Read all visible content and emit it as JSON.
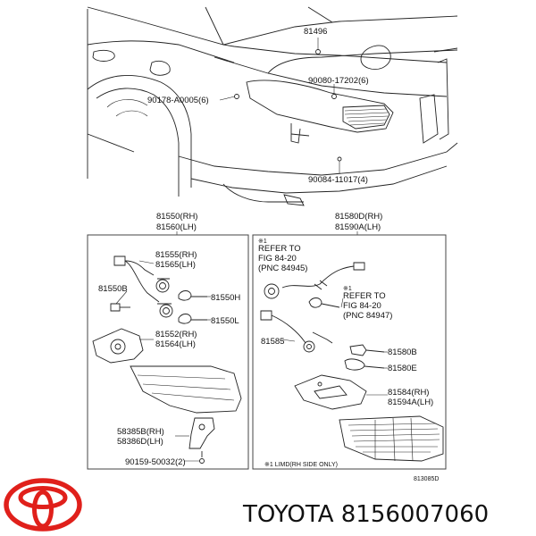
{
  "diagram": {
    "top_labels": {
      "p81496": "81496",
      "p90080": "90080-17202(6)",
      "p90178": "90178-A0005(6)",
      "p90084": "90084-11017(4)"
    },
    "headers": {
      "left_rh": "81550(RH)",
      "left_lh": "81560(LH)",
      "right_rh": "81580D(RH)",
      "right_lh": "81590A(LH)"
    },
    "left_labels": {
      "p81555": "81555(RH)",
      "p81565": "81565(LH)",
      "p81550b": "81550B",
      "p81550h": "81550H",
      "p81550l": "81550L",
      "p81552": "81552(RH)",
      "p81564": "81564(LH)",
      "p58385": "58385B(RH)",
      "p58386": "58386D(LH)",
      "p90159": "90159-50032(2)"
    },
    "right_labels": {
      "ref1_mark": "※1",
      "ref1_line1": "REFER TO",
      "ref1_line2": "FIG 84-20",
      "ref1_line3": "(PNC 84945)",
      "ref2_mark": "※1",
      "ref2_line1": "REFER TO",
      "ref2_line2": "FIG 84-20",
      "ref2_line3": "(PNC 84947)",
      "p81585": "81585",
      "p81580b": "81580B",
      "p81580e": "81580E",
      "p81584": "81584(RH)",
      "p81594": "81594A(LH)",
      "note": "※1  LIMD(RH SIDE ONLY)"
    },
    "figure_number": "813085D"
  },
  "footer": {
    "brand_text": "TOYOTA 8156007060"
  },
  "colors": {
    "logo_red": "#e0201b",
    "line": "#222222"
  }
}
